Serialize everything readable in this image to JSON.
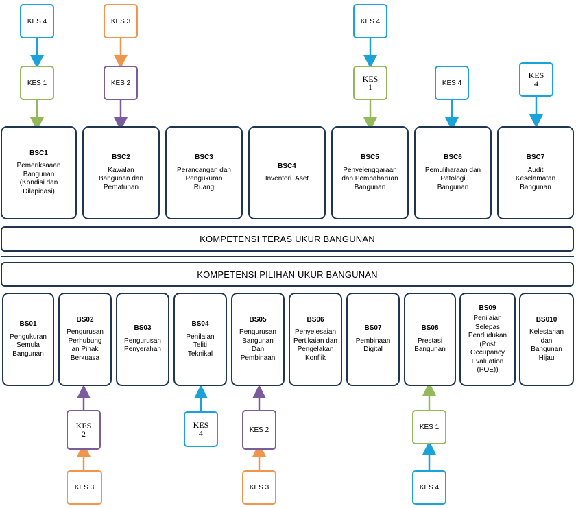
{
  "core_band": "KOMPETENSI TERAS UKUR BANGUNAN",
  "elective_band": "KOMPETENSI PILIHAN UKUR BANGUNAN",
  "core": [
    {
      "code": "BSC1",
      "lines": [
        "Pemeriksaaan",
        "Bangunan",
        "(Kondisi dan",
        "Dilapidasi)"
      ]
    },
    {
      "code": "BSC2",
      "lines": [
        "Kawalan",
        "Bangunan dan",
        "Pematuhan"
      ]
    },
    {
      "code": "BSC3",
      "lines": [
        "Perancangan dan",
        "Pengukuran",
        "Ruang"
      ]
    },
    {
      "code": "BSC4",
      "lines": [
        "Inventori  Aset"
      ]
    },
    {
      "code": "BSC5",
      "lines": [
        "Penyelenggaraan",
        "dan Pembaharuan",
        "Bangunan"
      ]
    },
    {
      "code": "BSC6",
      "lines": [
        "Pemuliharaan dan",
        "Patologi",
        "Bangunan"
      ]
    },
    {
      "code": "BSC7",
      "lines": [
        "Audit",
        "Keselamatan",
        "Bangunan"
      ]
    }
  ],
  "elective": [
    {
      "code": "BS01",
      "lines": [
        "Pengukuran",
        "Semula",
        "Bangunan"
      ]
    },
    {
      "code": "BS02",
      "lines": [
        "Pengurusan",
        "Perhubung",
        "an Pihak",
        "Berkuasa"
      ]
    },
    {
      "code": "BS03",
      "lines": [
        "Pengurusan",
        "Penyerahan"
      ]
    },
    {
      "code": "BS04",
      "lines": [
        "Penilaian",
        "Teliti",
        "Teknikal"
      ]
    },
    {
      "code": "BS05",
      "lines": [
        "Pengurusan",
        "Bangunan",
        "Dan",
        "Pembinaan"
      ]
    },
    {
      "code": "BS06",
      "lines": [
        "Penyelesaian",
        "Pertikaian dan",
        "Pengelakan",
        "Konflik"
      ]
    },
    {
      "code": "BS07",
      "lines": [
        "Pembinaan",
        "Digital"
      ]
    },
    {
      "code": "BS08",
      "lines": [
        "Prestasi",
        "Bangunan"
      ]
    },
    {
      "code": "BS09",
      "lines": [
        "Penilaian",
        "Selepas",
        "Pendudukan"
      ],
      "italic_lines": [
        "(Post",
        "Occupancy",
        "Evaluation",
        "(POE))"
      ]
    },
    {
      "code": "BS010",
      "lines": [
        "Kelestarian",
        "dan",
        "Bangunan",
        "Hijau"
      ]
    }
  ],
  "kes_top": [
    {
      "label": "KES 4",
      "color": "#1aa3d8"
    },
    {
      "label": "KES 1",
      "color": "#93b95a"
    },
    {
      "label": "KES 3",
      "color": "#f0954c"
    },
    {
      "label": "KES 2",
      "color": "#7b5c9d"
    },
    {
      "label": "KES 4",
      "color": "#1aa3d8"
    },
    {
      "label_lines": [
        "KES",
        "1"
      ],
      "color": "#93b95a"
    },
    {
      "label": "KES 4",
      "color": "#1aa3d8"
    },
    {
      "label_lines": [
        "KES",
        "4"
      ],
      "color": "#1aa3d8"
    }
  ],
  "kes_bottom": [
    {
      "label_lines": [
        "KES",
        "2"
      ],
      "color": "#7b5c9d"
    },
    {
      "label": "KES 3",
      "color": "#f0954c"
    },
    {
      "label_lines": [
        "KES",
        "4"
      ],
      "color": "#1aa3d8"
    },
    {
      "label": "KES 2",
      "color": "#7b5c9d"
    },
    {
      "label": "KES 3",
      "color": "#f0954c"
    },
    {
      "label": "KES 1",
      "color": "#93b95a"
    },
    {
      "label": "KES 4",
      "color": "#1aa3d8"
    }
  ]
}
